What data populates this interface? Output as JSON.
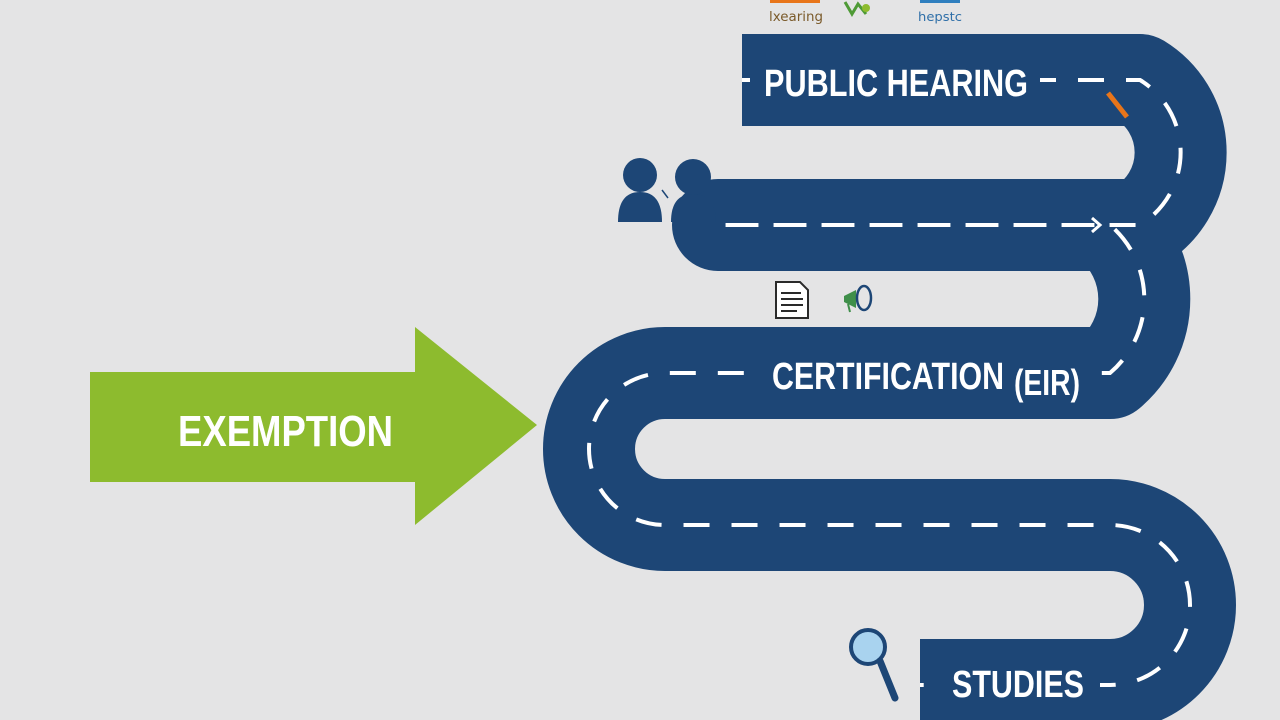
{
  "diagram": {
    "arrow": {
      "label": "EXEMPTION",
      "color": "#8dbb2e"
    },
    "road": {
      "color": "#1d4676",
      "dash_color": "#ffffff",
      "accent_color": "#e8751a"
    },
    "stages": [
      {
        "label": "PUBLIC HEARING"
      },
      {
        "label": "CERTIFICATION"
      },
      {
        "label": "STUDIES"
      }
    ],
    "certification_suffix": "(EIR)",
    "top_icon_labels": [
      "lxearing",
      "hepstc"
    ],
    "icons": [
      "people-icon",
      "document-icon",
      "megaphone-icon",
      "magnifier-icon"
    ]
  }
}
